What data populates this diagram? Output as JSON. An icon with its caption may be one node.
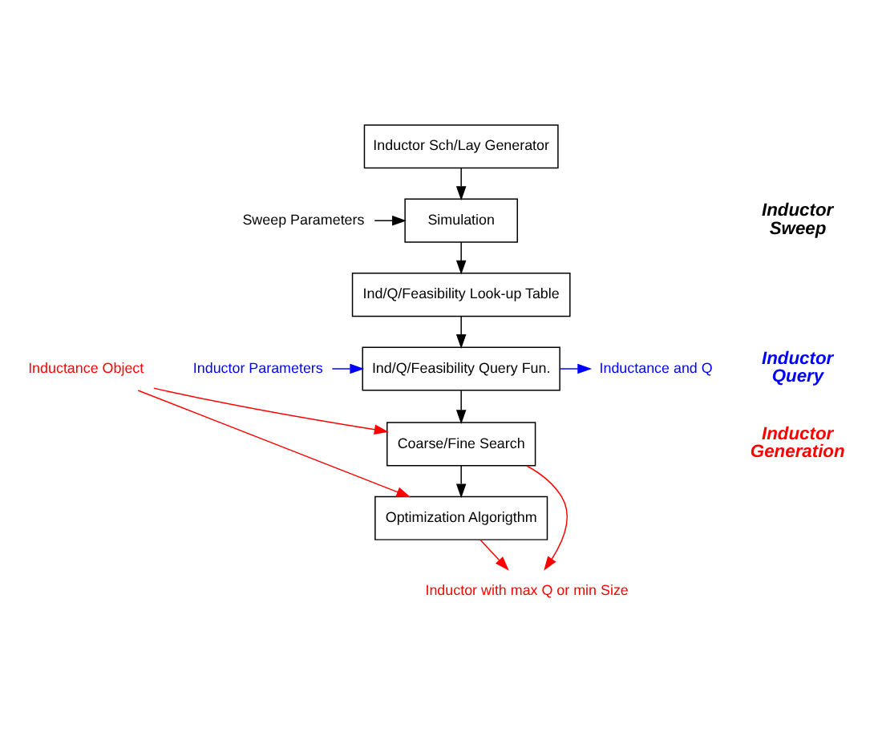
{
  "diagram": {
    "nodes": [
      {
        "text": [
          "Inductor Sch/Lay Generator"
        ]
      },
      {
        "text": [
          "Sweep Parameters"
        ]
      },
      {
        "text": [
          "Simulation"
        ]
      },
      {
        "text": [
          "Ind/Q/Feasibility Look-up Table"
        ]
      },
      {
        "text": [
          "Inductor Parameters"
        ]
      },
      {
        "text": [
          "Ind/Q/Feasibility Query Fun."
        ]
      },
      {
        "text": [
          "Inductance and Q"
        ]
      },
      {
        "text": [
          "Inductance Object"
        ]
      },
      {
        "text": [
          "Coarse/Fine Search"
        ]
      },
      {
        "text": [
          "Optimization Algorigthm"
        ]
      },
      {
        "text": [
          "Inductor with max Q or min Size"
        ]
      }
    ],
    "edges": [
      {
        "from": 0,
        "to": 2,
        "arrow": "to"
      },
      {
        "from": 1,
        "to": 2,
        "arrow": "to"
      },
      {
        "from": 2,
        "to": 3,
        "arrow": "to"
      },
      {
        "from": 3,
        "to": 5,
        "arrow": "to"
      },
      {
        "from": 4,
        "to": 5,
        "arrow": "to",
        "color": "#0000ff"
      },
      {
        "from": 5,
        "to": 6,
        "arrow": "to",
        "color": "#0000ff"
      },
      {
        "from": 5,
        "to": 8,
        "arrow": "to"
      },
      {
        "from": 8,
        "to": 9,
        "arrow": "to"
      },
      {
        "from": 7,
        "to": 8,
        "arrow": "to",
        "color": "#ff0000"
      },
      {
        "from": 7,
        "to": 9,
        "arrow": "to",
        "color": "#ff0000"
      },
      {
        "from": 8,
        "to": 10,
        "arrow": "to",
        "color": "#ff0000"
      },
      {
        "from": 9,
        "to": 10,
        "arrow": "to",
        "color": "#ff0000"
      }
    ],
    "labels": [
      "Inductor Sweep",
      "Inductor Query",
      "Inductor Generation"
    ]
  }
}
